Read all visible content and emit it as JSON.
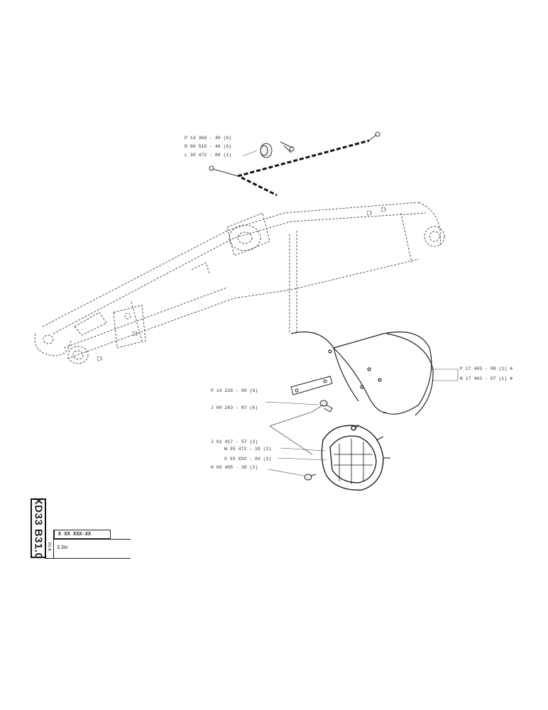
{
  "sheet": {
    "code": "XD33 B31.0",
    "small_code": "91-6",
    "serial": "X XX XXX-XX",
    "variant": "3,3m"
  },
  "callouts": [
    {
      "id": "c1",
      "text": "P 14 369 - 40 (6)"
    },
    {
      "id": "c2",
      "text": "R 00 510 - 46 (6)"
    },
    {
      "id": "c3",
      "text": "L 30 472 - 80 (1)"
    },
    {
      "id": "c4",
      "text": "P 17 403 - 08 (1) ⊕"
    },
    {
      "id": "c5",
      "text": "N 17 403 - 07 (1) ⊕"
    },
    {
      "id": "c6",
      "text": "P 14 228 - 06 (6)"
    },
    {
      "id": "c7",
      "text": "J 00 283 - 87 (6)"
    },
    {
      "id": "c8",
      "text": "J 01 417 - 57 (2)"
    },
    {
      "id": "c9",
      "text": "W 35 472 - 18 (2)"
    },
    {
      "id": "c10",
      "text": "X XX XXX - XX (2)"
    },
    {
      "id": "c11",
      "text": "H 00 405 - 38 (2)"
    }
  ]
}
